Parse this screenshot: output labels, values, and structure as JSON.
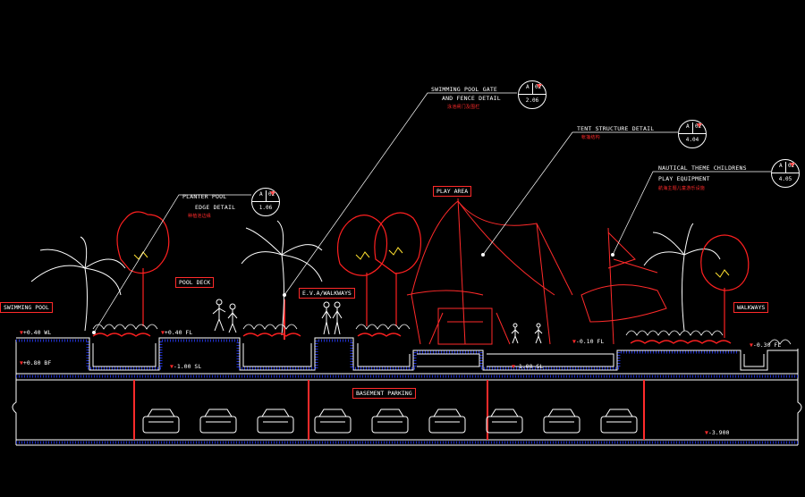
{
  "callouts": [
    {
      "id": "pool-gate",
      "line1": "SWIMMING POOL GATE",
      "line2": "AND FENCE DETAIL",
      "sub": "泳池闸门及围栏",
      "ref": "A",
      "sheet": "02",
      "num": "2.06"
    },
    {
      "id": "tent",
      "line1": "TENT STRUCTURE DETAIL",
      "line2": "",
      "sub": "帐篷结构",
      "ref": "A",
      "sheet": "02",
      "num": "4.04"
    },
    {
      "id": "nautical",
      "line1": "NAUTICAL THEME CHILDRENS",
      "line2": "PLAY EQUIPMENT",
      "sub": "航海主题儿童游乐设施",
      "ref": "A",
      "sheet": "02",
      "num": "4.05"
    },
    {
      "id": "planter",
      "line1": "PLANTER POOL",
      "line2": "EDGE DETAIL",
      "sub": "种植池边缘",
      "ref": "A",
      "sheet": "02",
      "num": "1.06"
    }
  ],
  "zones": {
    "swimming_pool": "SWIMMING POOL",
    "pool_deck": "POOL DECK",
    "eva_walkways": "E.V.A/WALKWAYS",
    "play_area": "PLAY AREA",
    "walkways": "WALKWAYS",
    "basement_parking": "BASEMENT PARKING"
  },
  "levels": {
    "wl": "+0.40 WL",
    "bf": "+0.80 BF",
    "fl1": "+0.40 FL",
    "sl1": "-1.00 SL",
    "sl2": "-1.00 SL",
    "fl2": "-0.10 FL",
    "fl3": "-0.30 FL",
    "basement": "-3.900"
  },
  "colors": {
    "line": "#ffffff",
    "accent": "#ff2a2a",
    "slab": "#2030d0",
    "plant": "#ff2020",
    "palm": "#ffffff"
  }
}
